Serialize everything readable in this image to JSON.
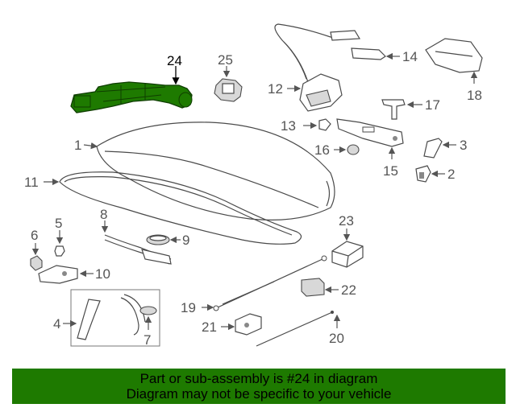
{
  "diagram": {
    "highlight_color": "#1e7a00",
    "callouts": {
      "c1": "1",
      "c2": "2",
      "c3": "3",
      "c4": "4",
      "c5": "5",
      "c6": "6",
      "c7": "7",
      "c8": "8",
      "c9": "9",
      "c10": "10",
      "c11": "11",
      "c12": "12",
      "c13": "13",
      "c14": "14",
      "c15": "15",
      "c16": "16",
      "c17": "17",
      "c18": "18",
      "c19": "19",
      "c20": "20",
      "c21": "21",
      "c22": "22",
      "c23": "23",
      "c24": "24",
      "c25": "25"
    }
  },
  "banner": {
    "line1": "Part or sub-assembly is #24 in diagram",
    "line2": "Diagram may not be specific to your vehicle",
    "background": "#1e7a00"
  }
}
